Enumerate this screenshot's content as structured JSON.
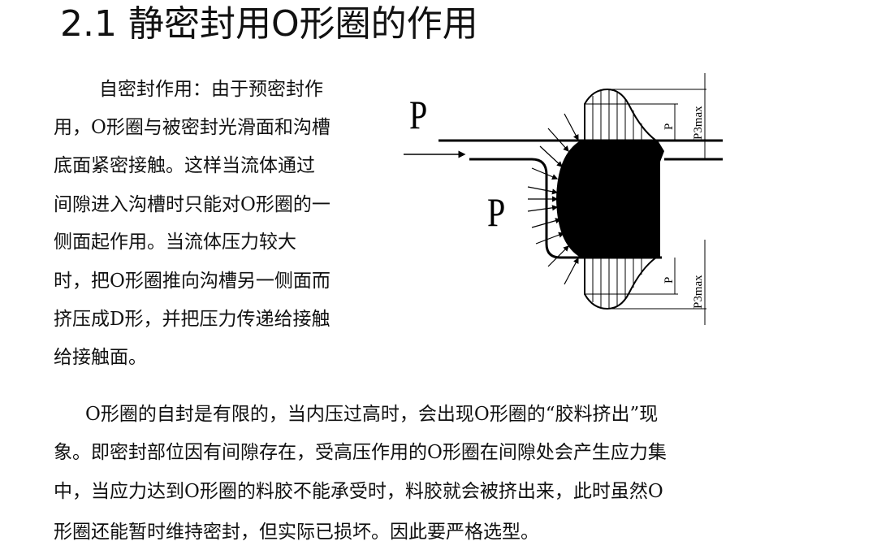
{
  "title": "2.1 静密封用O形圈的作用",
  "left_paragraph": [
    "自密封作用：由于预密封作",
    "用，O形圈与被密封光滑面和沟槽",
    "底面紧密接触。这样当流体通过",
    "间隙进入沟槽时只能对O形圈的一",
    "侧面起作用。当流体压力较大",
    "时，把O形圈推向沟槽另一侧面而",
    "挤压成D形，并把压力传递给接触",
    "给接触面。"
  ],
  "bottom_paragraph": [
    "O形圈的自封是有限的，当内压过高时，会出现O形圈的“胶料挤出”现",
    "象。即密封部位因有间隙存在，受高压作用的O形圈在间隙处会产生应力集",
    "中，当应力达到O形圈的料胶不能承受时，料胶就会被挤出来，此时虽然O",
    "形圈还能暂时维持密封，但实际已损坏。因此要严格选型。"
  ],
  "diagram": {
    "pressure_label_top": "P",
    "pressure_label_left": "P",
    "dim_p_top": "P",
    "dim_p3max_top": "P3max",
    "dim_p_bottom": "P",
    "dim_p3max_bottom": "P3max"
  }
}
